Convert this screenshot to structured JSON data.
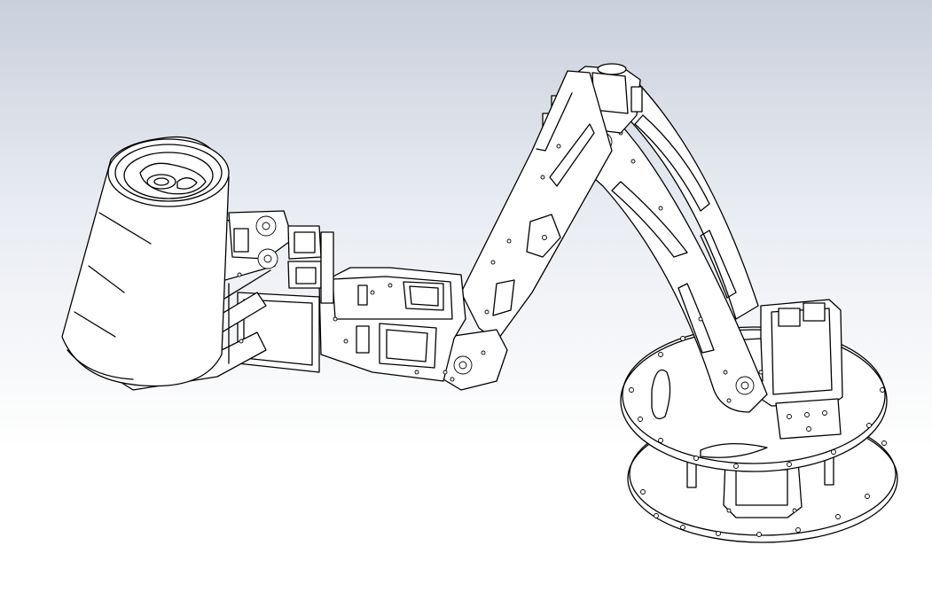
{
  "viewport": {
    "background_colors": [
      "#c9d0dc",
      "#e9ecf2",
      "#ffffff"
    ],
    "line_color": "#000000",
    "fill_color": "#ffffff"
  },
  "model": {
    "parts": [
      {
        "name": "can"
      },
      {
        "name": "gripper"
      },
      {
        "name": "wrist"
      },
      {
        "name": "forearm"
      },
      {
        "name": "elbow"
      },
      {
        "name": "upper-arm"
      },
      {
        "name": "shoulder"
      },
      {
        "name": "base"
      }
    ]
  }
}
